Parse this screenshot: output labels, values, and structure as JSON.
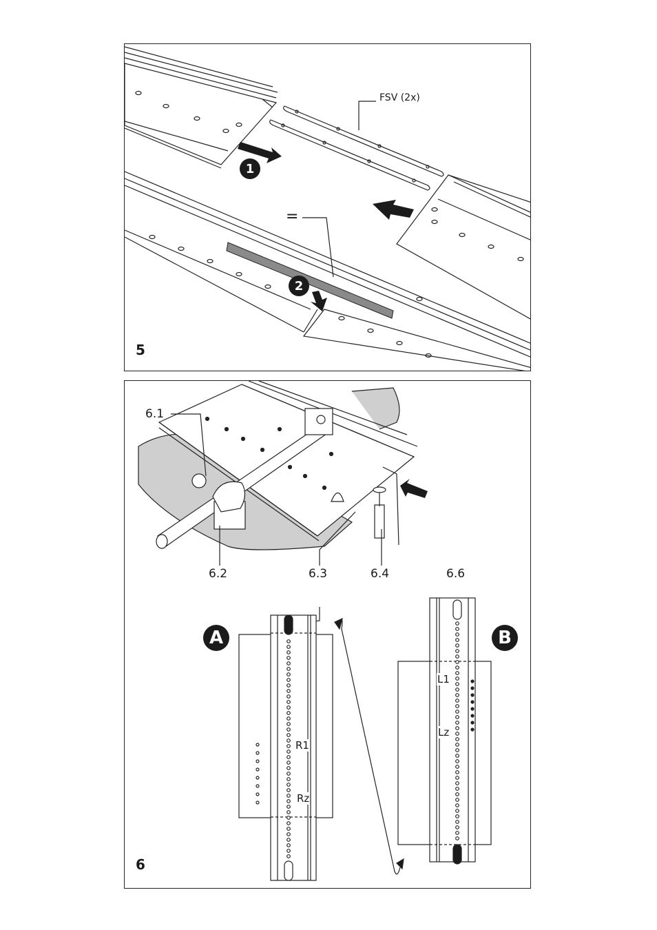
{
  "figure5": {
    "number": "5",
    "label_fsv": "FSV (2x)",
    "equal_sign": "=",
    "step1": "1",
    "step2": "2"
  },
  "figure6": {
    "number": "6",
    "label_6_1": "6.1",
    "label_6_2": "6.2",
    "label_6_3": "6.3",
    "label_6_4": "6.4",
    "label_6_6": "6.6",
    "variant_a": "A",
    "variant_b": "B",
    "label_r1": "R1",
    "label_rz": "Rz",
    "label_l1": "L1",
    "label_lz": "Lz"
  }
}
